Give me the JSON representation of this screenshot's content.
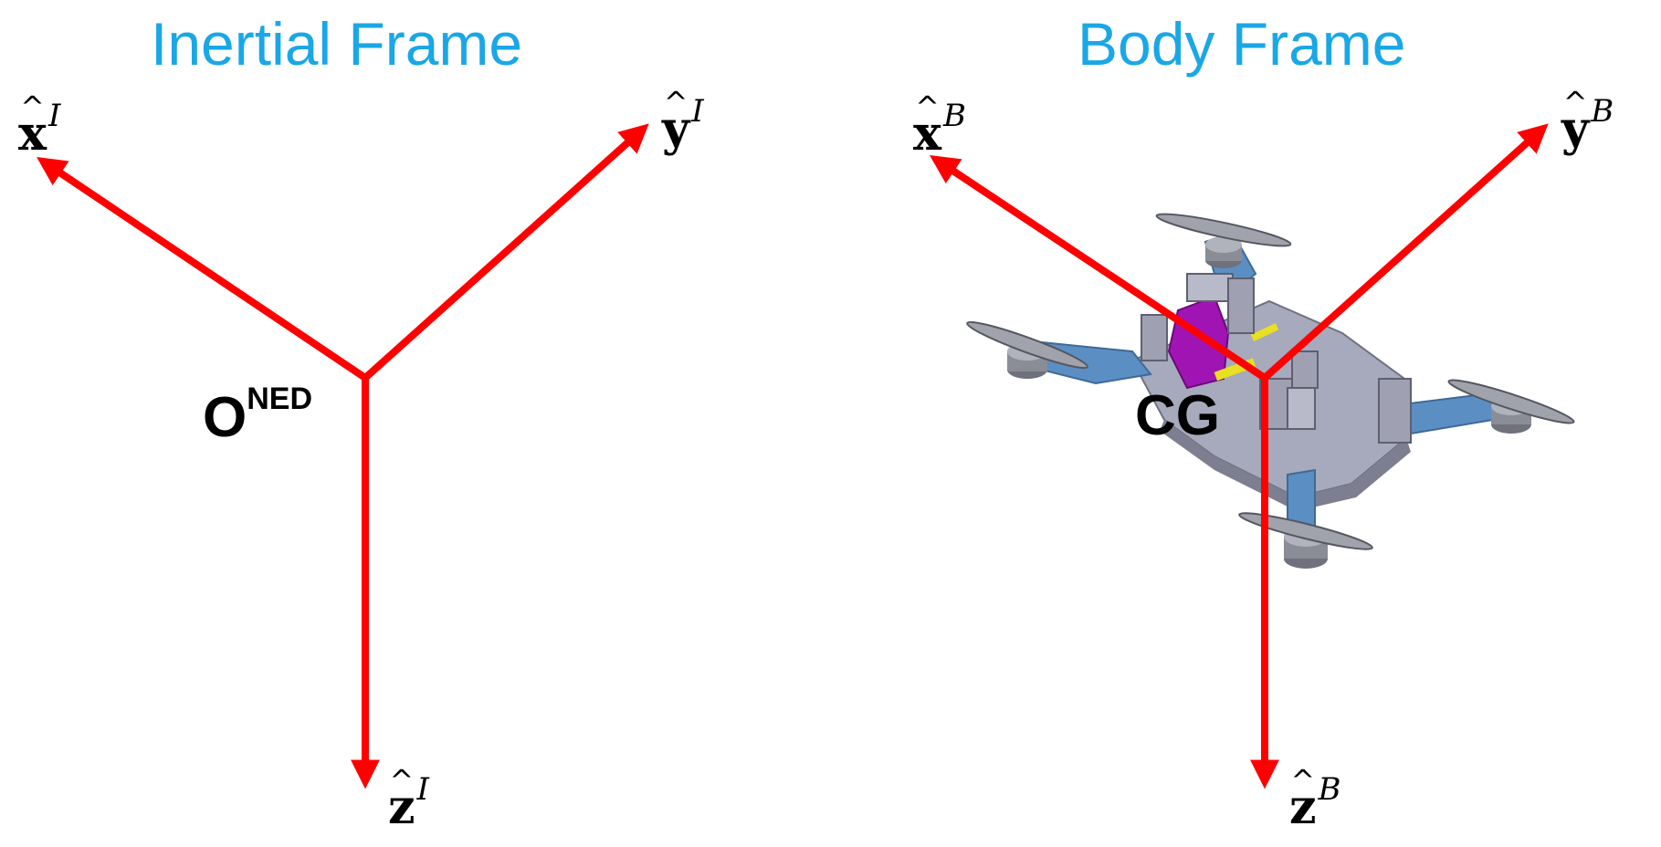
{
  "inertial": {
    "title": "Inertial Frame",
    "origin_label": "O",
    "origin_sup": "NED",
    "axes": {
      "x": {
        "letter": "x",
        "hat": "^",
        "sup": "I"
      },
      "y": {
        "letter": "y",
        "hat": "^",
        "sup": "I"
      },
      "z": {
        "letter": "z",
        "hat": "^",
        "sup": "I"
      }
    }
  },
  "body": {
    "title": "Body Frame",
    "origin_label": "CG",
    "axes": {
      "x": {
        "letter": "x",
        "hat": "^",
        "sup": "B"
      },
      "y": {
        "letter": "y",
        "hat": "^",
        "sup": "B"
      },
      "z": {
        "letter": "z",
        "hat": "^",
        "sup": "B"
      }
    }
  },
  "colors": {
    "title": "#1AA7E6",
    "axis": "#FF0000",
    "drone_body": "#9A9CB0",
    "drone_arm": "#5B8FC4",
    "drone_motor": "#8A8C96",
    "drone_battery": "#A014B4",
    "drone_board": "#E8E020"
  },
  "drone_icon": "quadcopter-drone"
}
